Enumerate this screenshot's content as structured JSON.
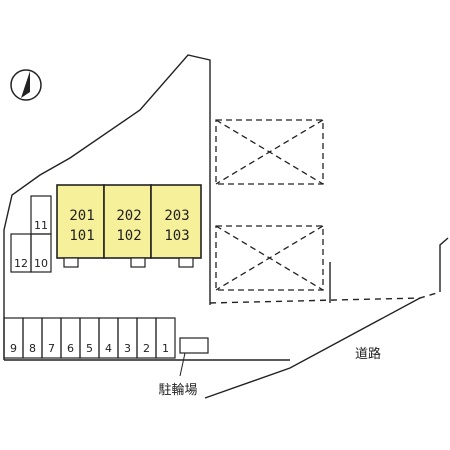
{
  "map": {
    "colors": {
      "building_fill": "#f7f09a",
      "line": "#222222"
    },
    "north_arrow": {
      "icon": "north-arrow-icon"
    },
    "buildings": [
      {
        "upper": "201",
        "lower": "101"
      },
      {
        "upper": "202",
        "lower": "102"
      },
      {
        "upper": "203",
        "lower": "103"
      }
    ],
    "left_slots": [
      "11",
      "12",
      "10"
    ],
    "bottom_slots": [
      "9",
      "8",
      "7",
      "6",
      "5",
      "4",
      "3",
      "2",
      "1"
    ],
    "road_label": "道路",
    "bicycle_parking_label": "駐輪場"
  }
}
